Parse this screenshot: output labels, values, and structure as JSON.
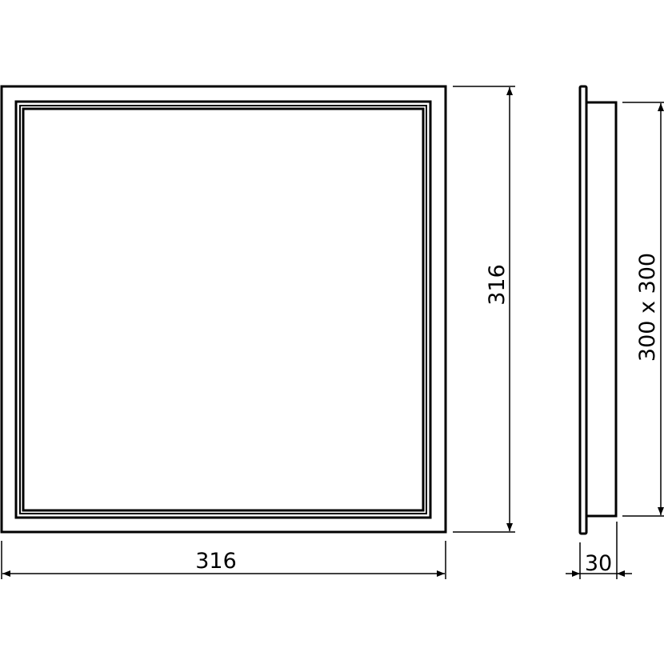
{
  "front_view": {
    "width_label": "316",
    "height_label": "316"
  },
  "side_view": {
    "size_label": "300 x 300",
    "depth_label": "30"
  }
}
